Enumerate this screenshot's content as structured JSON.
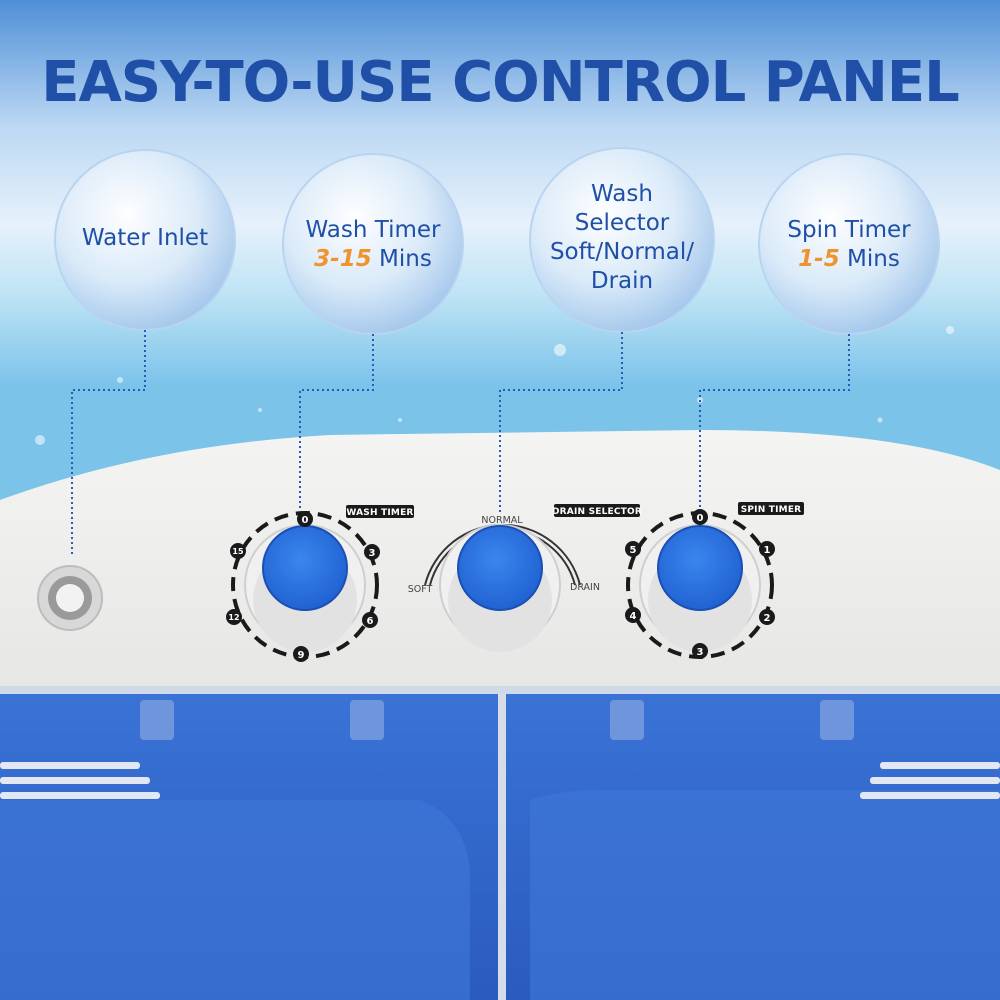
{
  "title": "EASY-TO-USE CONTROL PANEL",
  "bubbles": [
    {
      "line1": "Water Inlet"
    },
    {
      "line1": "Wash Timer",
      "accent": "3-15",
      "unit": "Mins"
    },
    {
      "line1": "Wash",
      "line2": "Selector",
      "line3": "Soft/Normal/",
      "line4": "Drain"
    },
    {
      "line1": "Spin Timer",
      "accent": "1-5",
      "unit": "Mins"
    }
  ],
  "panel": {
    "wash_timer_label": "WASH TIMER",
    "drain_selector_label": "DRAIN SELECTOR",
    "spin_timer_label": "SPIN TIMER",
    "wash_marks": [
      "0",
      "3",
      "6",
      "9",
      "12",
      "15"
    ],
    "selector_marks": {
      "soft": "SOFT",
      "normal": "NORMAL",
      "drain": "DRAIN"
    },
    "spin_marks": [
      "0",
      "1",
      "2",
      "3",
      "4",
      "5"
    ]
  },
  "colors": {
    "title": "#1f4fa6",
    "accent": "#f0922e",
    "knob_blue": "#2f74e0",
    "body_blue": "#2f63c6"
  }
}
